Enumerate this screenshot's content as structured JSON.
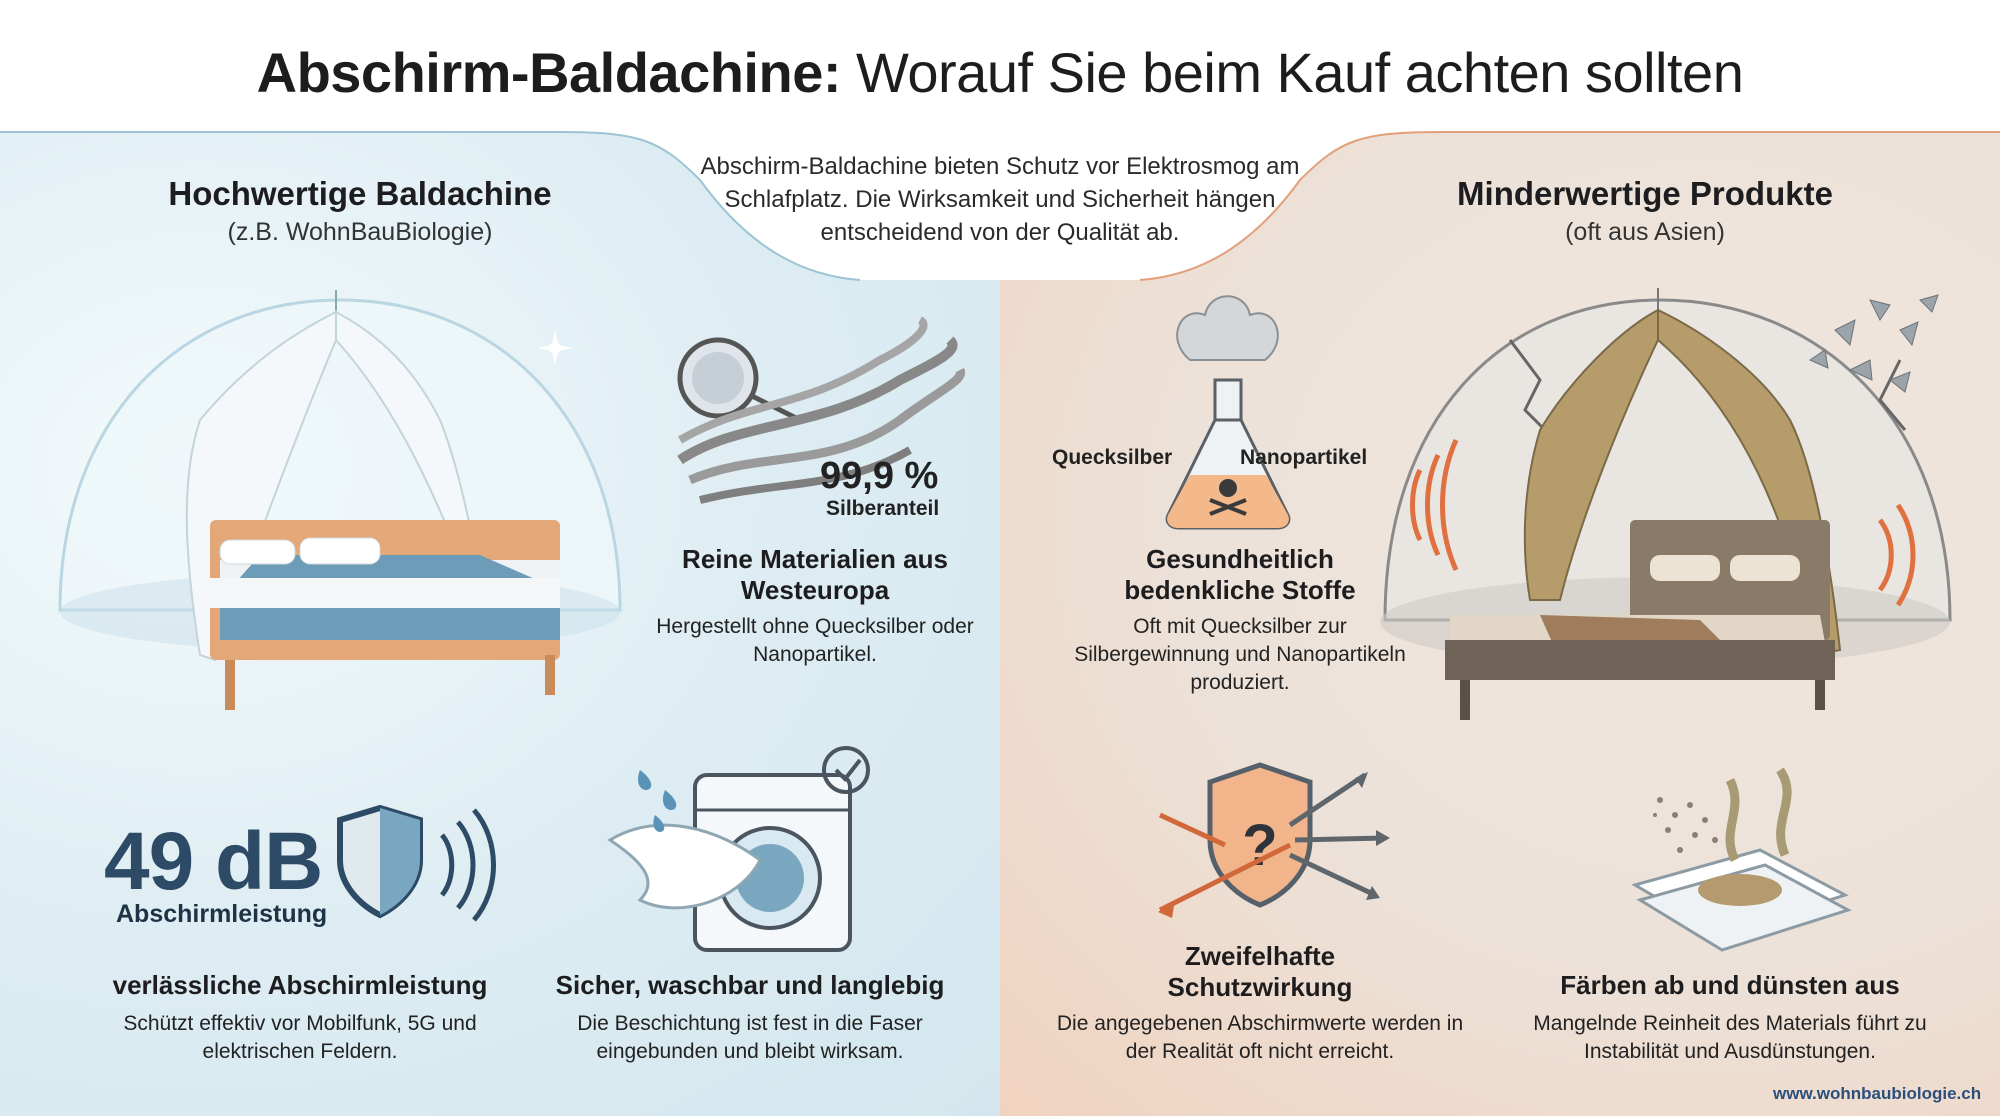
{
  "header": {
    "title_bold": "Abschirm-Baldachine:",
    "title_rest": " Worauf Sie beim Kauf achten sollten",
    "intro": "Abschirm-Baldachine bieten Schutz vor Elektrosmog am Schlafplatz. Die Wirksamkeit und Sicherheit hängen entscheidend von der Qualität ab."
  },
  "left": {
    "title": "Hochwertige Baldachine",
    "subtitle": "(z.B. WohnBauBiologie)",
    "materials": {
      "percent": "99,9 %",
      "percent_label": "Silberanteil",
      "title": "Reine Materialien aus Westeuropa",
      "desc": "Hergestellt ohne Quecksilber oder Nanopartikel."
    },
    "shielding": {
      "value": "49 dB",
      "value_label": "Abschirmleistung",
      "title": "verlässliche Abschirmleistung",
      "desc": "Schützt effektiv vor Mobilfunk, 5G und elektrischen Feldern."
    },
    "washable": {
      "title": "Sicher, waschbar und langlebig",
      "desc": "Die Beschichtung ist fest in die Faser eingebunden und bleibt wirksam."
    }
  },
  "right": {
    "title": "Minderwertige Produkte",
    "subtitle": "(oft aus Asien)",
    "substances": {
      "label_left": "Quecksilber",
      "label_right": "Nanopartikel",
      "title": "Gesundheitlich bedenkliche Stoffe",
      "desc": "Oft mit Quecksilber zur Silbergewinnung und Nanopartikeln produziert."
    },
    "doubtful": {
      "title": "Zweifelhafte Schutzwirkung",
      "desc": "Die angegebenen Abschirmwerte werden in der Realität oft nicht erreicht."
    },
    "fading": {
      "title": "Färben ab und dünsten aus",
      "desc": "Mangelnde Reinheit des Materials führt zu Instabilität und Ausdünstungen."
    }
  },
  "footer": {
    "url": "www.wohnbaubiologie.ch"
  },
  "colors": {
    "shield_blue": "#2d4a66",
    "warning_orange": "#e07040",
    "left_bg": "#dcecf2",
    "right_bg": "#f0d3bf"
  }
}
